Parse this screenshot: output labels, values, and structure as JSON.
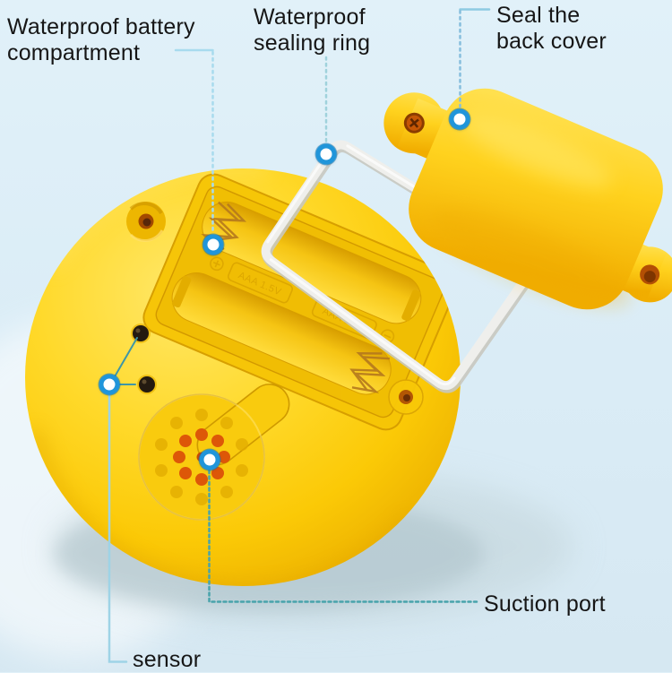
{
  "callouts": {
    "battery_compartment": {
      "label": "Waterproof battery compartment"
    },
    "sealing_ring": {
      "label": "Waterproof sealing ring"
    },
    "back_cover": {
      "label": "Seal the back cover"
    },
    "suction_port": {
      "label": "Suction port"
    },
    "sensor": {
      "label": "sensor"
    }
  },
  "device": {
    "battery_slot_label": "AAA 1.5V"
  },
  "colors": {
    "marker_blue": "#2095da",
    "callout_line_light_blue": "#a8dbee",
    "callout_line_teal": "#48a3ab",
    "body_yellow": "#ffd92a",
    "suction_hole_orange": "#dd5708",
    "background_blue": "#dcedf6",
    "label_text": "#161616",
    "sealing_ring_white": "#efefec"
  }
}
